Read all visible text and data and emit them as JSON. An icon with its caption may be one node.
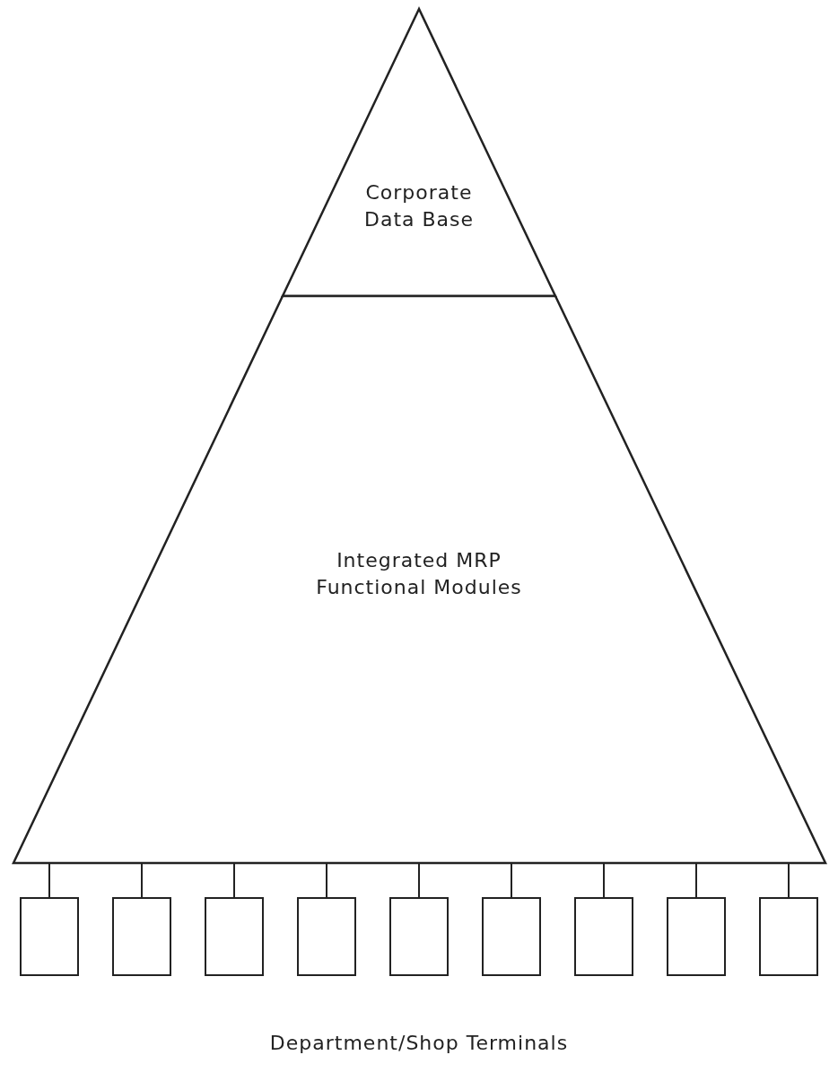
{
  "diagram": {
    "nodes": [
      {
        "text": [
          "Corporate Data Base"
        ]
      },
      {
        "text": [
          "Integrated MRP Functional Modules"
        ]
      },
      {
        "text": [],
        "shape": "box"
      },
      {
        "text": [],
        "shape": "box"
      },
      {
        "text": [],
        "shape": "box"
      },
      {
        "text": [],
        "shape": "box"
      },
      {
        "text": [],
        "shape": "box"
      },
      {
        "text": [],
        "shape": "box"
      },
      {
        "text": [],
        "shape": "box"
      },
      {
        "text": [],
        "shape": "box"
      },
      {
        "text": [],
        "shape": "box"
      }
    ],
    "edges": [
      {
        "from": 1,
        "to": 2,
        "arrow": "none"
      },
      {
        "from": 1,
        "to": 3,
        "arrow": "none"
      },
      {
        "from": 1,
        "to": 4,
        "arrow": "none"
      },
      {
        "from": 1,
        "to": 5,
        "arrow": "none"
      },
      {
        "from": 1,
        "to": 6,
        "arrow": "none"
      },
      {
        "from": 1,
        "to": 7,
        "arrow": "none"
      },
      {
        "from": 1,
        "to": 8,
        "arrow": "none"
      },
      {
        "from": 1,
        "to": 9,
        "arrow": "none"
      },
      {
        "from": 1,
        "to": 10,
        "arrow": "none"
      }
    ],
    "labels": [
      "Department/Shop Terminals"
    ]
  }
}
